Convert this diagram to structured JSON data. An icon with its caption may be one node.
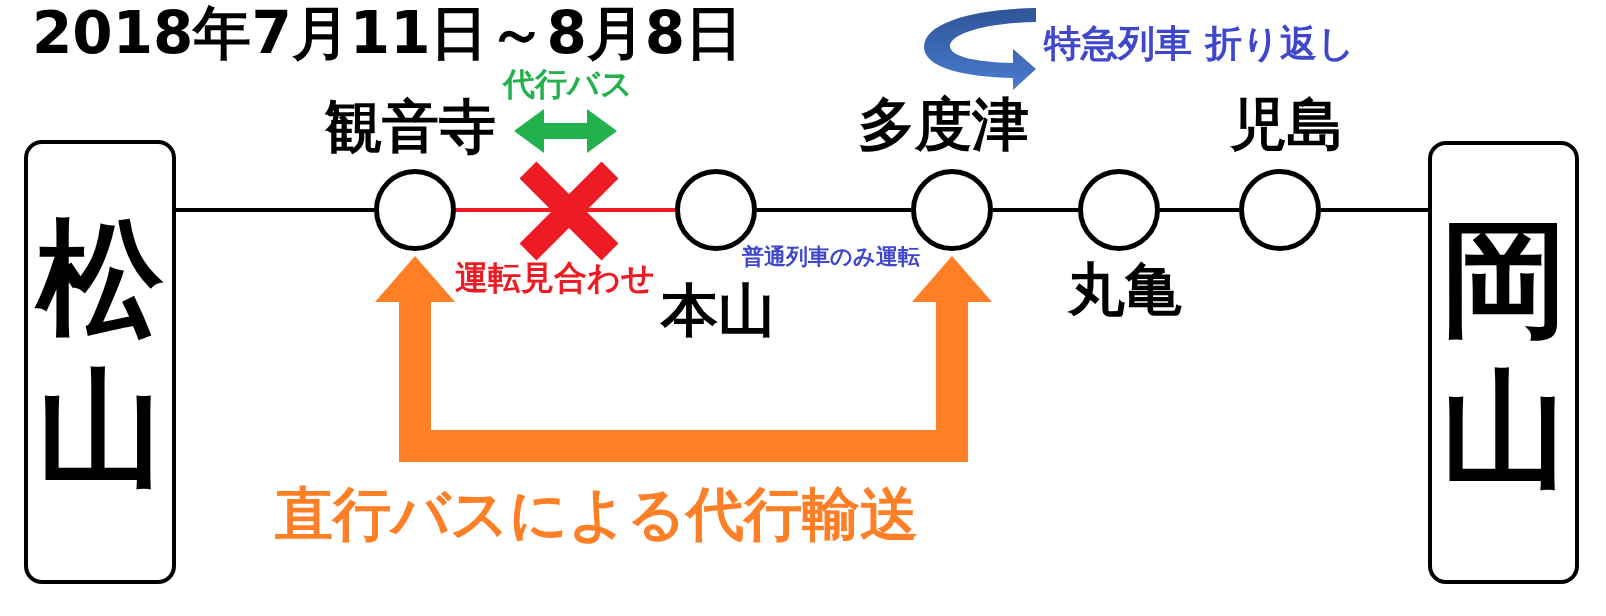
{
  "diagram": {
    "title": "2018年7月11日～8月8日",
    "nodes": [
      {
        "text": [
          "松山"
        ]
      },
      {
        "text": [],
        "shape": "circle",
        "beside": [
          "観音寺"
        ]
      },
      {
        "text": [],
        "shape": "circle",
        "beside": [
          "本山"
        ]
      },
      {
        "text": [],
        "shape": "circle",
        "beside": [
          "多度津"
        ]
      },
      {
        "text": [],
        "shape": "circle",
        "beside": [
          "丸亀"
        ]
      },
      {
        "text": [],
        "shape": "circle",
        "beside": [
          "児島"
        ]
      },
      {
        "text": [
          "岡山"
        ]
      }
    ],
    "edges": [
      {
        "from": 0,
        "to": 1,
        "arrow": "none"
      },
      {
        "from": 1,
        "to": 2,
        "arrow": "none",
        "label": "運転見合わせ",
        "color": "#ed1c24"
      },
      {
        "from": 2,
        "to": 3,
        "arrow": "none",
        "label": "普通列車のみ運転"
      },
      {
        "from": 3,
        "to": 4,
        "arrow": "none"
      },
      {
        "from": 4,
        "to": 5,
        "arrow": "none"
      },
      {
        "from": 5,
        "to": 6,
        "arrow": "none"
      },
      {
        "from": 1,
        "to": 2,
        "arrow": "both",
        "label": "代行バス",
        "style": "thick",
        "color": "#22b14c"
      },
      {
        "from": 1,
        "to": 3,
        "arrow": "both",
        "label": "直行バスによる代行輸送",
        "style": "thick",
        "color": "#ff7f27"
      }
    ],
    "labels": [
      "特急列車 折り返し"
    ]
  }
}
